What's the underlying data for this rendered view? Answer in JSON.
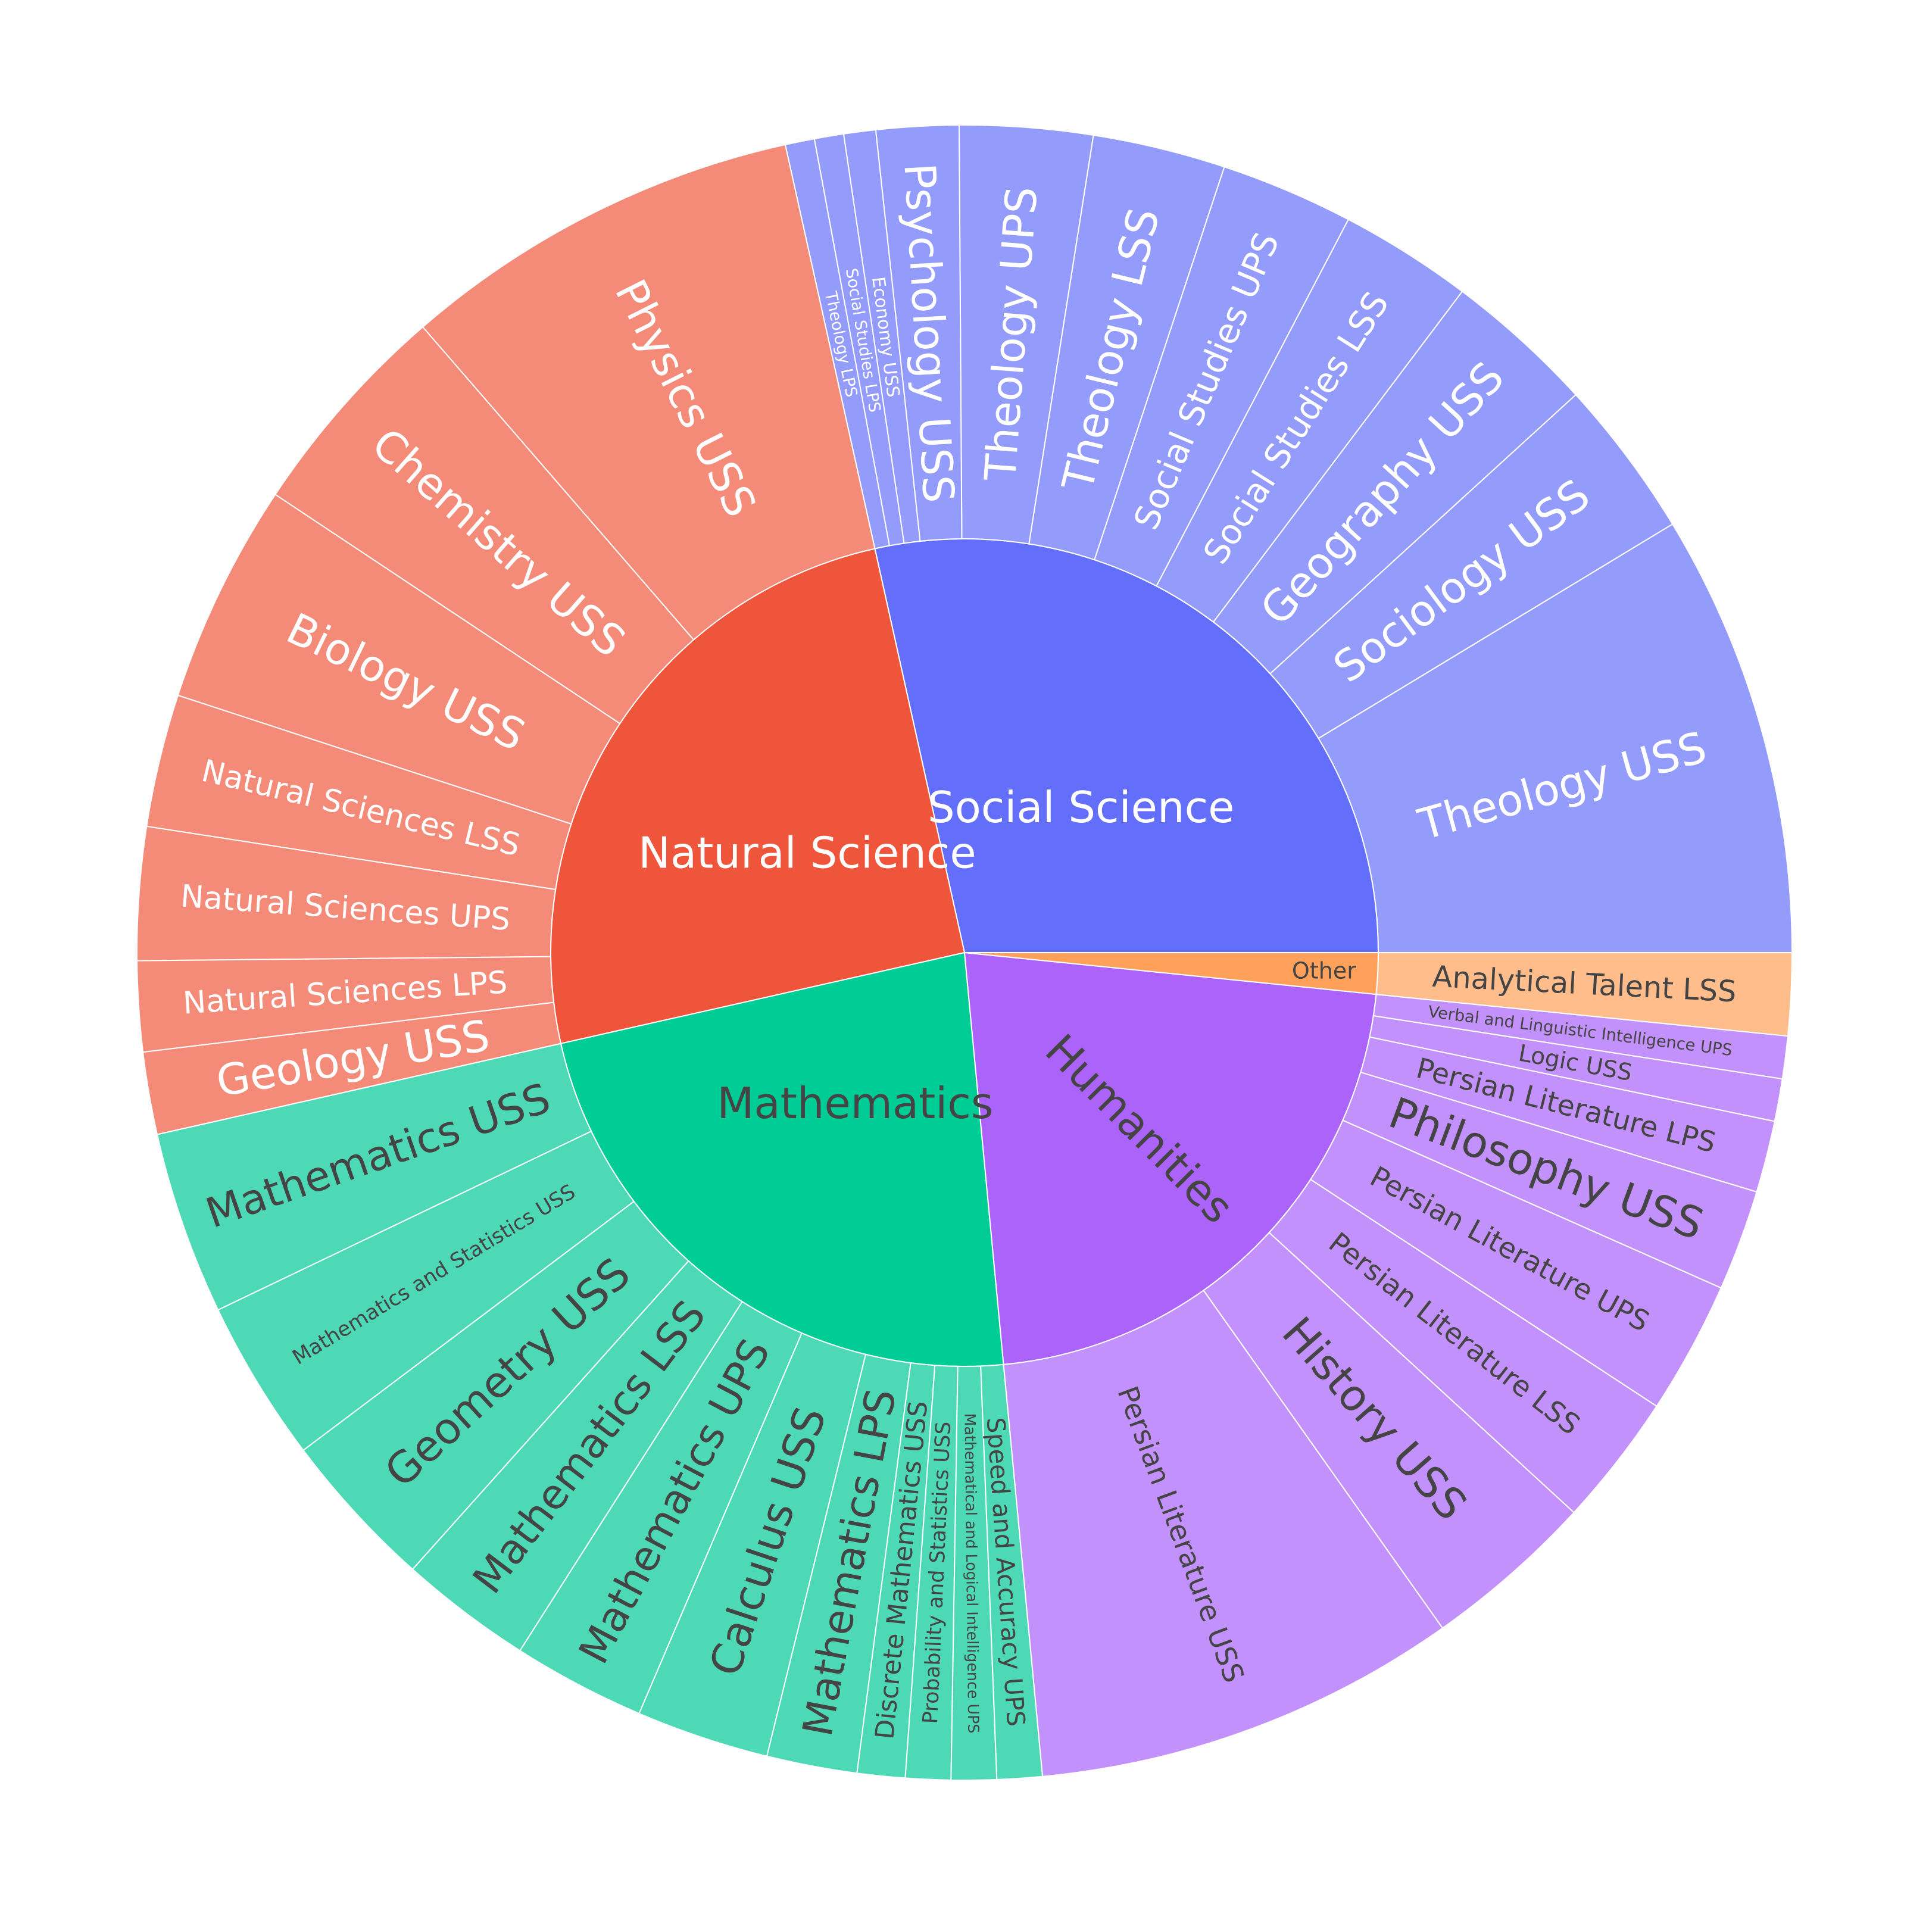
{
  "chart_data": {
    "type": "sunburst",
    "title": "",
    "start_angle_deg": 0,
    "direction": "counterclockwise",
    "segment_border_color": "#ffffff",
    "groups": [
      {
        "name": "Social Science",
        "color": "#636efa",
        "child_color": "#939bfb",
        "text_color": "#ffffff",
        "children": [
          {
            "name": "Theology USS",
            "value": 16.7
          },
          {
            "name": "Sociology USS",
            "value": 6.0
          },
          {
            "name": "Geography USS",
            "value": 5.7
          },
          {
            "name": "Social Studies LSS",
            "value": 5.0
          },
          {
            "name": "Social Studies UPS",
            "value": 5.0
          },
          {
            "name": "Theology LSS",
            "value": 5.0
          },
          {
            "name": "Theology UPS",
            "value": 5.0
          },
          {
            "name": "Psychology USS",
            "value": 3.1
          },
          {
            "name": "Economy USS",
            "value": 1.2
          },
          {
            "name": "Social Studies LPS",
            "value": 1.1
          },
          {
            "name": "Theology LPS",
            "value": 1.1
          }
        ]
      },
      {
        "name": "Natural Science",
        "color": "#ef553b",
        "child_color": "#f38b78",
        "text_color": "#ffffff",
        "children": [
          {
            "name": "Physics USS",
            "value": 15.2
          },
          {
            "name": "Chemistry USS",
            "value": 8.3
          },
          {
            "name": "Biology USS",
            "value": 8.3
          },
          {
            "name": "Natural Sciences LSS",
            "value": 5.0
          },
          {
            "name": "Natural Sciences UPS",
            "value": 5.0
          },
          {
            "name": "Natural Sciences LPS",
            "value": 3.4
          },
          {
            "name": "Geology USS",
            "value": 3.1
          }
        ]
      },
      {
        "name": "Mathematics",
        "color": "#00cc96",
        "child_color": "#4dd9b6",
        "text_color": "#444444",
        "children": [
          {
            "name": "Mathematics USS",
            "value": 6.9
          },
          {
            "name": "Mathematics and Statistics USS",
            "value": 6.1
          },
          {
            "name": "Geometry USS",
            "value": 6.0
          },
          {
            "name": "Mathematics LSS",
            "value": 5.0
          },
          {
            "name": "Mathematics UPS",
            "value": 5.0
          },
          {
            "name": "Calculus USS",
            "value": 5.0
          },
          {
            "name": "Mathematics LPS",
            "value": 3.4
          },
          {
            "name": "Discrete Mathematics USS",
            "value": 1.8
          },
          {
            "name": "Probability and Statistics USS",
            "value": 1.7
          },
          {
            "name": "Mathematical and Logical Intelligence UPS",
            "value": 1.7
          },
          {
            "name": "Speed and Accuracy UPS",
            "value": 1.7
          }
        ]
      },
      {
        "name": "Humanities",
        "color": "#ab63fa",
        "child_color": "#c391fb",
        "text_color": "#444444",
        "children": [
          {
            "name": "Persian Literature USS",
            "value": 16.0
          },
          {
            "name": "History USS",
            "value": 6.5
          },
          {
            "name": "Persian Literature LSS",
            "value": 5.0
          },
          {
            "name": "Persian Literature UPS",
            "value": 5.0
          },
          {
            "name": "Philosophy USS",
            "value": 3.8
          },
          {
            "name": "Persian Literature LPS",
            "value": 2.7
          },
          {
            "name": "Logic USS",
            "value": 1.6
          },
          {
            "name": "Verbal and Linguistic Intelligence UPS",
            "value": 1.6
          }
        ]
      },
      {
        "name": "Other",
        "color": "#ffa15a",
        "child_color": "#ffbd8c",
        "text_color": "#444444",
        "children": [
          {
            "name": "Analytical Talent LSS",
            "value": 3.1
          }
        ]
      }
    ]
  }
}
